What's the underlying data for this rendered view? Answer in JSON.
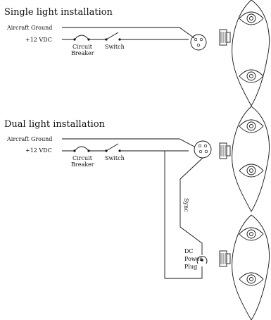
{
  "single": {
    "title": "Single light installation",
    "aircraft_ground": "Aircraft Ground",
    "supply": "+12 VDC",
    "breaker_line1": "Circuit",
    "breaker_line2": "Breaker",
    "switch": "Switch"
  },
  "dual": {
    "title": "Dual light installation",
    "aircraft_ground": "Aircraft Ground",
    "supply": "+12 VDC",
    "breaker_line1": "Circuit",
    "breaker_line2": "Breaker",
    "switch": "Switch",
    "sync": "Sync",
    "plug_line1": "DC",
    "plug_line2": "Power",
    "plug_line3": "Plug"
  },
  "colors": {
    "line": "#111111",
    "background": "#ffffff"
  }
}
